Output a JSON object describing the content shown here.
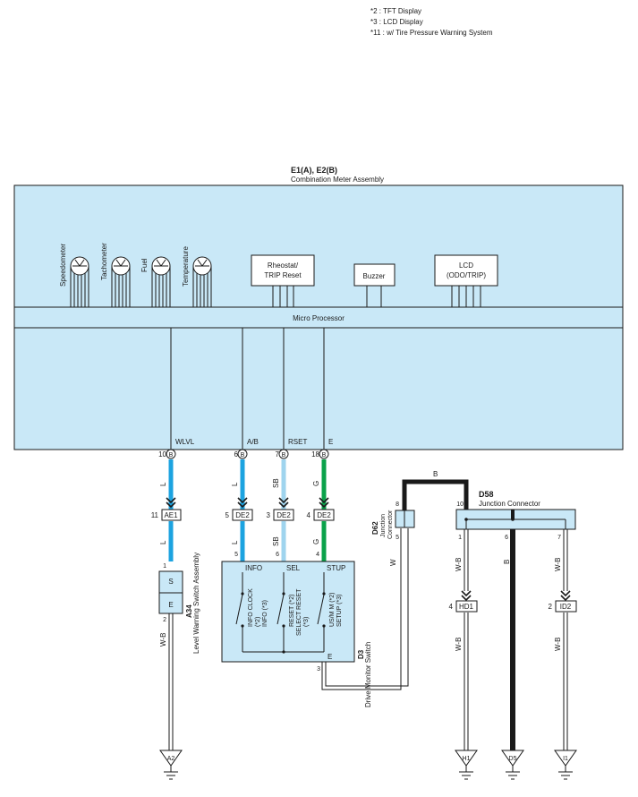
{
  "notes": [
    "*2 : TFT Display",
    "*3 : LCD Display",
    "*11 : w/ Tire Pressure Warning System"
  ],
  "meter": {
    "code": "E1(A), E2(B)",
    "name": "Combination Meter Assembly",
    "gauges": [
      "Speedometer",
      "Tachometer",
      "Fuel",
      "Temperature"
    ],
    "rheostat": [
      "Rheostat/",
      "TRIP Reset"
    ],
    "buzzer": "Buzzer",
    "lcd": [
      "LCD",
      "(ODO/TRIP)"
    ],
    "micro": "Micro Processor",
    "pins": [
      {
        "label": "WLVL",
        "num": "10",
        "conn": "B"
      },
      {
        "label": "A/B",
        "num": "6",
        "conn": "B"
      },
      {
        "label": "RSET",
        "num": "7",
        "conn": "B"
      },
      {
        "label": "E",
        "num": "18",
        "conn": "B"
      }
    ]
  },
  "wires": {
    "wlvl": "L",
    "ab": "L",
    "rset": "SB",
    "e": "G",
    "b_top": "B",
    "w": "W",
    "wb": "W-B",
    "b": "B"
  },
  "inline": [
    {
      "left": "11",
      "name": "AE1"
    },
    {
      "left": "5",
      "name": "DE2"
    },
    {
      "left": "3",
      "name": "DE2"
    },
    {
      "left": "4",
      "name": "DE2"
    }
  ],
  "a34": {
    "code": "A34",
    "name": "Level Warning Switch Assembly",
    "pin1": "1",
    "pin2": "2",
    "s": "S",
    "e": "E"
  },
  "d3": {
    "code": "D3",
    "name": "Drive Monitor Switch",
    "pins_top": [
      "5",
      "6",
      "4"
    ],
    "labels": [
      "INFO",
      "SEL",
      "STUP"
    ],
    "sw1": [
      "INFO CLOCK",
      "(*2)",
      "INFO (*3)"
    ],
    "sw2": [
      "RESET (*2)",
      "SELECT RESET",
      "(*3)"
    ],
    "sw3": [
      "US/M M (*2)",
      "SETUP (*3)"
    ],
    "e_label": "E",
    "e_pin": "3"
  },
  "d62": {
    "code": "D62",
    "name": [
      "Junction",
      "Connector"
    ],
    "pin_top": "8",
    "pin_bot": "5"
  },
  "d58": {
    "code": "D58",
    "name": "Junction Connector",
    "pin_in": "10",
    "pins_out": [
      "1",
      "6",
      "7"
    ]
  },
  "hd1": {
    "left": "4",
    "name": "HD1"
  },
  "id2": {
    "left": "2",
    "name": "ID2"
  },
  "grounds": [
    "A2",
    "H1",
    "D5",
    "I1"
  ]
}
